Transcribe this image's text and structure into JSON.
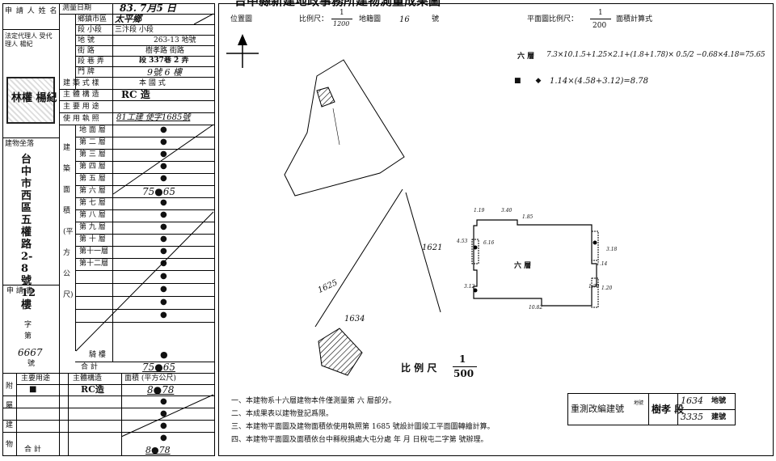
{
  "header": {
    "title": "台中縣新建地政事務所建物測量成果圖"
  },
  "left": {
    "applicant_label": "申 請 人 姓 名",
    "applicant_rep": "法定代理人 受代理人 楊紀",
    "applicant_stamp": "林權 楊紀",
    "location_label": "建物坐落",
    "location_value": "台中市西區五權路2-8號12樓",
    "app_no_label": "申 請 書",
    "app_no_char": "字 第",
    "app_no_value": "6667",
    "app_no_suffix": "號"
  },
  "form": {
    "survey_date_label": "測量日期",
    "survey_date": "83. 7月5 日",
    "township_label": "鄉鎮市區",
    "township": "太平鄉",
    "section_label": "段 小段",
    "section": "三汴段 小段",
    "parcel_label": "地 號",
    "parcel": "263-13 地號",
    "street_label": "街 路",
    "street": "樹孝路 街路",
    "lane_label": "段 巷 弄",
    "lane": "段 337巷 2 弄",
    "door_label": "門 牌",
    "door": "9號 6 樓",
    "style_label": "建 築 式 樣",
    "style": "本 國 式",
    "structure_label": "主 體 構 造",
    "structure": "RC 造",
    "use_label": "主 要 用 途",
    "use": "",
    "license_label": "使 用 執 照",
    "license": "81工建 使字1685號",
    "group_area": "建 築 面 積 (平 方 公 尺)",
    "floors": [
      {
        "label": "地 面 層",
        "value": "●"
      },
      {
        "label": "第 二 層",
        "value": "●"
      },
      {
        "label": "第 三 層",
        "value": "●"
      },
      {
        "label": "第 四 層",
        "value": "●"
      },
      {
        "label": "第 五 層",
        "value": "●"
      },
      {
        "label": "第 六 層",
        "value": "75●65"
      },
      {
        "label": "第 七 層",
        "value": "●"
      },
      {
        "label": "第 八 層",
        "value": "●"
      },
      {
        "label": "第 九 層",
        "value": "●"
      },
      {
        "label": "第 十 層",
        "value": "●"
      },
      {
        "label": "第十一層",
        "value": "●"
      },
      {
        "label": "第十二層",
        "value": "●"
      }
    ],
    "extra_rows": [
      "●",
      "●",
      "●",
      "●"
    ],
    "balcony_label": "騎 樓",
    "balcony": "●",
    "total_label": "合 計",
    "total": "75●65",
    "annex_label": "附屬建物",
    "annex_use_label": "主要用途",
    "annex_struct_label": "主體構造",
    "annex_area_label": "面積 (平方公尺)",
    "annex_use": "■",
    "annex_struct": "RC造",
    "annex_area": "8●78",
    "annex_rows": [
      "●",
      "●",
      "●",
      "●"
    ],
    "annex_total_label": "合 計",
    "annex_total": "8●78"
  },
  "plan": {
    "location_label": "位置圖",
    "scale_label": "比例尺：",
    "scale_num": "1",
    "scale_den": "1200",
    "map_no_label": "地籍圖",
    "map_no": "16",
    "map_no_suffix": "號",
    "floorplan_scale_label": "平面圖比例尺：",
    "floorplan_scale_den": "200",
    "floorplan_scale_suffix": "面積計算式",
    "calc_floor": "六 層",
    "calc1": "7.3×10.1.5+1.25×2.1+(1.8+1.78)× 0.5/2 −0.68×4.18=75.65",
    "calc2": "1.14×(4.58+3.12)=8.78",
    "parcel_1621": "1621",
    "parcel_1625": "1625",
    "parcel_1634": "1634",
    "floor_label": "六 層",
    "main_scale_label": "比 例 尺",
    "main_scale_num": "1",
    "main_scale_den": "500",
    "dims": [
      "1.19",
      "3.40",
      "1.85",
      "4.53",
      "6.16",
      "3.18",
      "1.14",
      "1.79",
      "1.20",
      "3.12",
      "10.82"
    ]
  },
  "notes": [
    "一、本建物系十六層建物本件僅測量第 六 層部分。",
    "二、本成果表以建物登記爲限。",
    "三、本建物平面圖及建物面積依使用執照第 1685 號設計圖竣工平面圖轉繪計算。",
    "四、本建物平面圖及面積依台中縣稅捐處大屯分處   年   月   日稅屯二字第          號辦理。"
  ],
  "stamp_box": {
    "label": "重測改編建號",
    "label_small": "地號",
    "section": "樹孝 段",
    "land_no": "1634",
    "land_suffix": "地號",
    "bldg_no": "3335",
    "bldg_suffix": "建號"
  }
}
